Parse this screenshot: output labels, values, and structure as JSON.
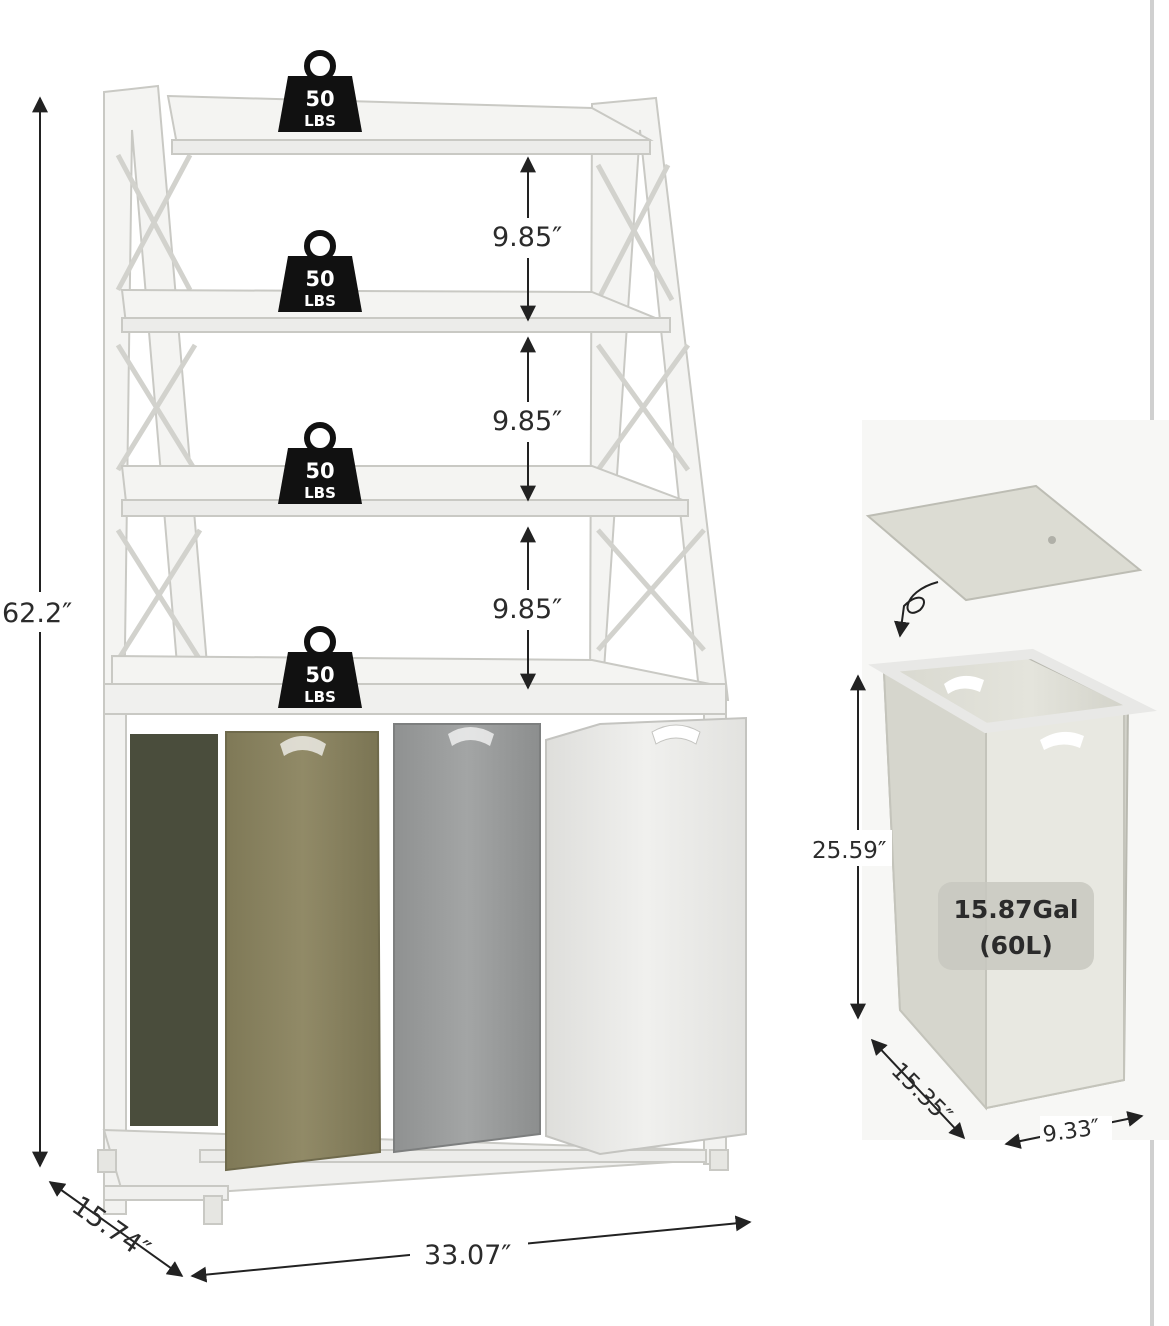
{
  "image": {
    "description_free": true
  },
  "dimensions": {
    "height_total": "62.2″",
    "shelf_gap_1": "9.85″",
    "shelf_gap_2": "9.85″",
    "shelf_gap_3": "9.85″",
    "depth": "15.74″",
    "width": "33.07″",
    "bag_height": "25.59″",
    "bag_depth": "15.35″",
    "bag_width": "9.33″"
  },
  "weight_badges": [
    {
      "value": "50",
      "unit": "LBS"
    },
    {
      "value": "50",
      "unit": "LBS"
    },
    {
      "value": "50",
      "unit": "LBS"
    },
    {
      "value": "50",
      "unit": "LBS"
    }
  ],
  "capacity": {
    "gallons": "15.87Gal",
    "liters": "(60L)"
  },
  "colors": {
    "frame": "#f4f4f2",
    "frame_edge": "#cfcfcb",
    "bag_olive": "#8b8462",
    "bag_dark": "#4a4d3c",
    "bag_gray": "#9a9c9c",
    "bag_white": "#ececea",
    "badge": "#111111",
    "dimension_line": "#222222"
  }
}
